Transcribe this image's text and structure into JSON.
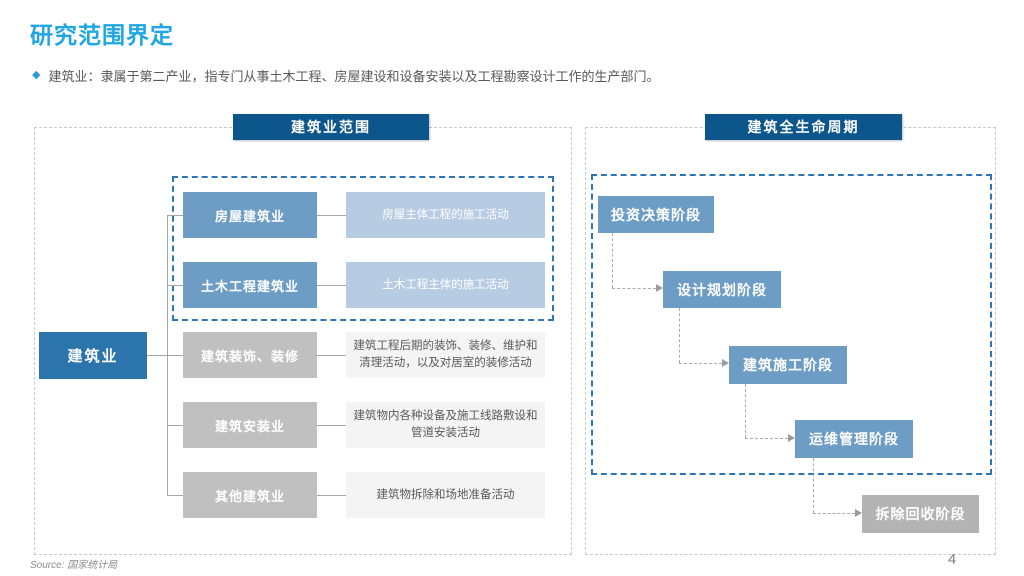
{
  "slide": {
    "title": "研究范围界定",
    "bullet": "建筑业：隶属于第二产业，指专门从事土木工程、房屋建设和设备安装以及工程勘察设计工作的生产部门。",
    "source": "Source: 国家统计局",
    "page_number": "4"
  },
  "colors": {
    "title_blue": "#1FA6E3",
    "header_dark_blue": "#0D568C",
    "root_blue": "#2B74AC",
    "steel_blue": "#6D9DC5",
    "light_blue": "#B7CCE2",
    "gray_box": "#C0C0C0",
    "stage_gray": "#B3B3B3",
    "light_gray_bg": "#F4F4F4",
    "dashed_blue": "#2E75B6",
    "dashed_gray": "#C9C9C9",
    "text_gray": "#595959"
  },
  "left_panel": {
    "header": "建筑业范围",
    "root": "建筑业",
    "rows": [
      {
        "label": "房屋建筑业",
        "desc": "房屋主体工程的施工活动",
        "type": "blue"
      },
      {
        "label": "土木工程建筑业",
        "desc": "土木工程主体的施工活动",
        "type": "blue"
      },
      {
        "label": "建筑装饰、装修",
        "desc": "建筑工程后期的装饰、装修、维护和清理活动，以及对居室的装修活动",
        "type": "gray"
      },
      {
        "label": "建筑安装业",
        "desc": "建筑物内各种设备及施工线路敷设和管道安装活动",
        "type": "gray"
      },
      {
        "label": "其他建筑业",
        "desc": "建筑物拆除和场地准备活动",
        "type": "gray"
      }
    ]
  },
  "right_panel": {
    "header": "建筑全生命周期",
    "stages": [
      {
        "label": "投资决策阶段",
        "type": "blue"
      },
      {
        "label": "设计规划阶段",
        "type": "blue"
      },
      {
        "label": "建筑施工阶段",
        "type": "blue"
      },
      {
        "label": "运维管理阶段",
        "type": "blue"
      },
      {
        "label": "拆除回收阶段",
        "type": "gray"
      }
    ]
  }
}
